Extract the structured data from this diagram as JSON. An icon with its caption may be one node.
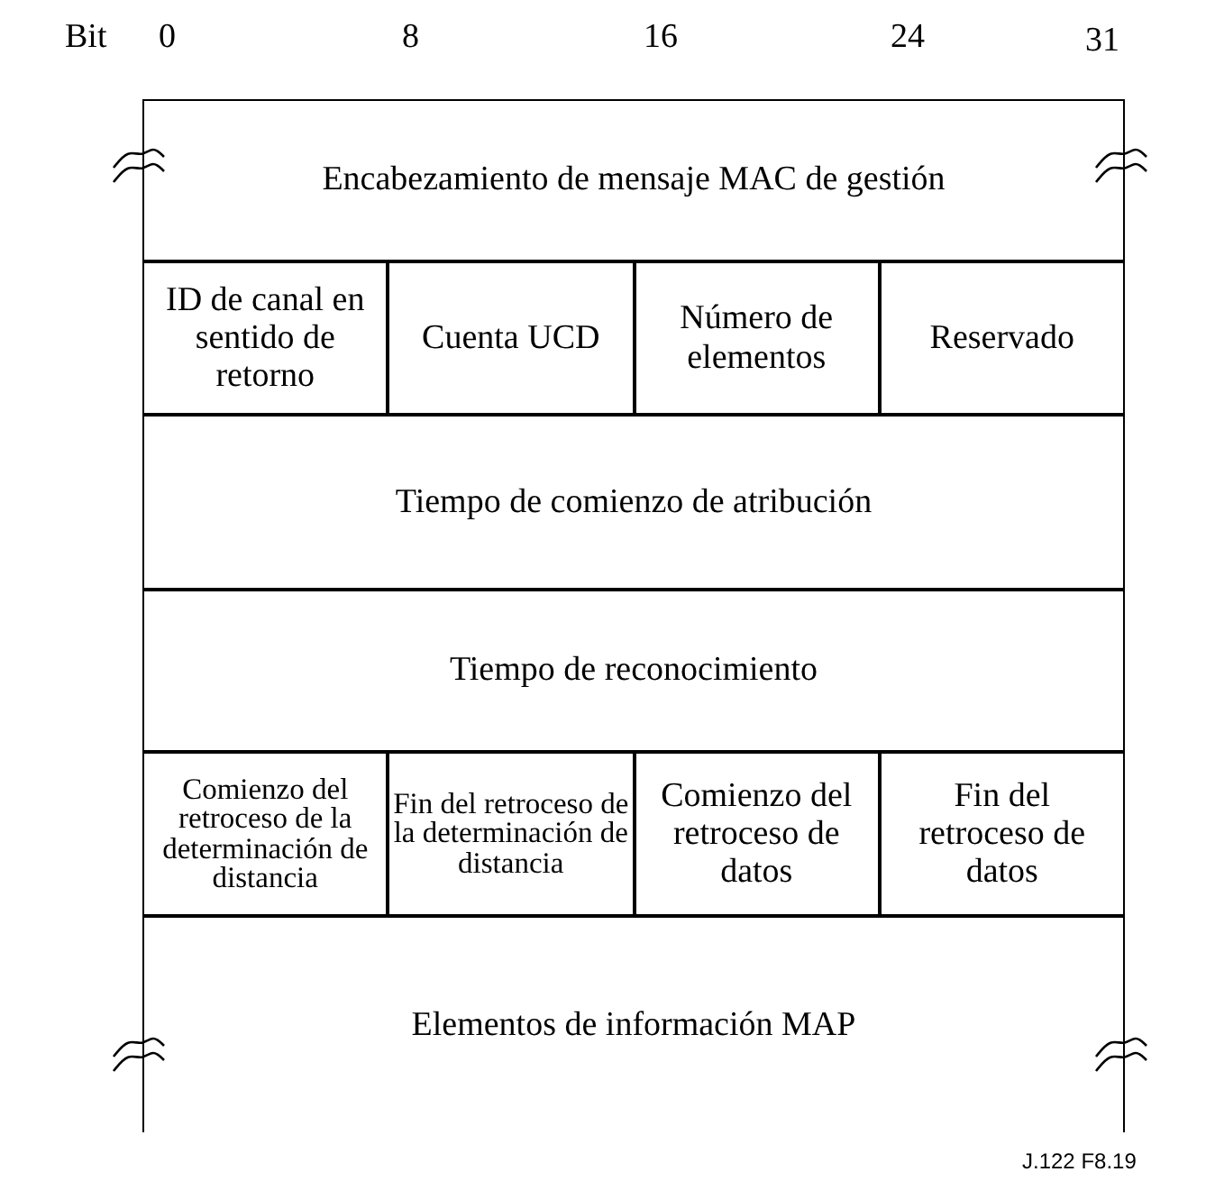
{
  "diagram": {
    "nodes": [
      {
        "text": [
          "Encabezamiento de mensaje MAC de gestión"
        ]
      },
      {
        "text": [
          "ID de canal en sentido de retorno"
        ]
      },
      {
        "text": [
          "Cuenta UCD"
        ]
      },
      {
        "text": [
          "Número de elementos"
        ]
      },
      {
        "text": [
          "Reservado"
        ]
      },
      {
        "text": [
          "Tiempo de comienzo de atribución"
        ]
      },
      {
        "text": [
          "Tiempo de reconocimiento"
        ]
      },
      {
        "text": [
          "Comienzo del retroceso de la determinación de distancia"
        ]
      },
      {
        "text": [
          "Fin del retroceso de la determinación de distancia"
        ]
      },
      {
        "text": [
          "Comienzo del retroceso de datos"
        ]
      },
      {
        "text": [
          "Fin del retroceso de datos"
        ]
      },
      {
        "text": [
          "Elementos de información MAP"
        ]
      }
    ],
    "labels": [
      "Bit",
      "0",
      "8",
      "16",
      "24",
      "31",
      "J.122 F8.19"
    ]
  }
}
